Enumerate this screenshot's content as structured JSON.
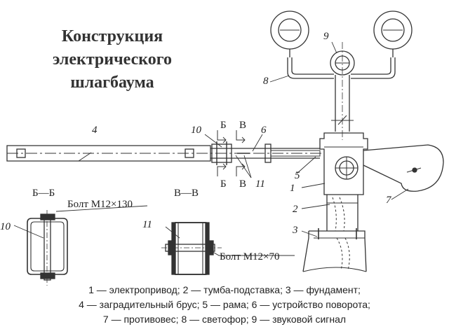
{
  "title": {
    "line1": "Конструкция",
    "line2": "электрического",
    "line3": "шлагбаума"
  },
  "section_labels": {
    "bb_top_left": "Б",
    "vv_top_left": "В",
    "bb_bottom_left": "Б",
    "vv_bottom_left": "В",
    "section_bb": "Б—Б",
    "section_vv": "В—В"
  },
  "bolt_labels": {
    "bb": "Болт М12×130",
    "vv": "Болт М12×70"
  },
  "part_numbers": {
    "n1": "1",
    "n2": "2",
    "n3": "3",
    "n4": "4",
    "n5": "5",
    "n6": "6",
    "n7": "7",
    "n8": "8",
    "n9": "9",
    "n10_top": "10",
    "n11_top": "11",
    "n10_section": "10",
    "n11_section": "11"
  },
  "legend": {
    "line1": "1 — электропривод; 2 — тумба-подставка; 3 — фундамент;",
    "line2": "4 — заградительный брус; 5 — рама; 6 — устройство поворота;",
    "line3": "7 — противовес; 8 — светофор; 9 — звуковой сигнал"
  }
}
